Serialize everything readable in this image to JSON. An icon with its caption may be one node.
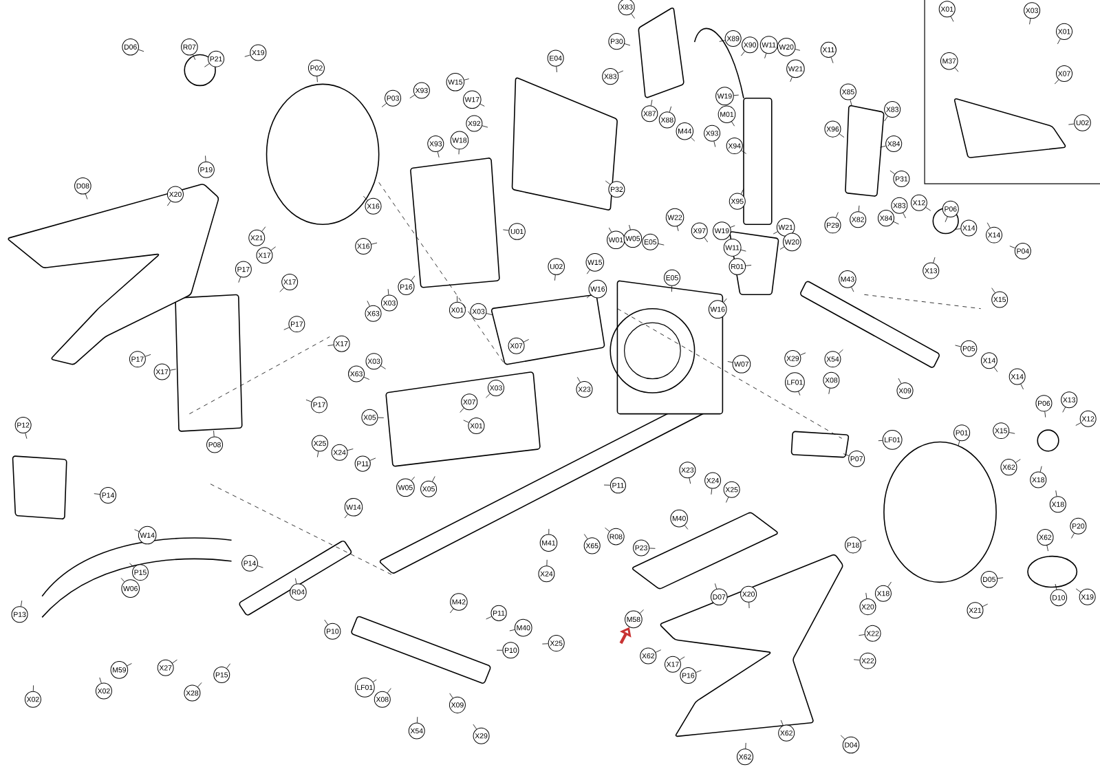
{
  "diagram": {
    "nodes": [
      {
        "text": [
          "D06"
        ]
      },
      {
        "text": [
          "R07"
        ]
      },
      {
        "text": [
          "P21"
        ]
      },
      {
        "text": [
          "X19"
        ]
      },
      {
        "text": [
          "P02"
        ]
      },
      {
        "text": [
          "P03"
        ]
      },
      {
        "text": [
          "X93"
        ]
      },
      {
        "text": [
          "W15"
        ]
      },
      {
        "text": [
          "W17"
        ]
      },
      {
        "text": [
          "X92"
        ]
      },
      {
        "text": [
          "W18"
        ]
      },
      {
        "text": [
          "X93"
        ]
      },
      {
        "text": [
          "E04"
        ]
      },
      {
        "text": [
          "X83"
        ]
      },
      {
        "text": [
          "P30"
        ]
      },
      {
        "text": [
          "X83"
        ]
      },
      {
        "text": [
          "X89"
        ]
      },
      {
        "text": [
          "X90"
        ]
      },
      {
        "text": [
          "W11"
        ]
      },
      {
        "text": [
          "W20"
        ]
      },
      {
        "text": [
          "X11"
        ]
      },
      {
        "text": [
          "W21"
        ]
      },
      {
        "text": [
          "X85"
        ]
      },
      {
        "text": [
          "W19"
        ]
      },
      {
        "text": [
          "M01"
        ]
      },
      {
        "text": [
          "X87"
        ]
      },
      {
        "text": [
          "X88"
        ]
      },
      {
        "text": [
          "M44"
        ]
      },
      {
        "text": [
          "X93"
        ]
      },
      {
        "text": [
          "X94"
        ]
      },
      {
        "text": [
          "X96"
        ]
      },
      {
        "text": [
          "X83"
        ]
      },
      {
        "text": [
          "X84"
        ]
      },
      {
        "text": [
          "P31"
        ]
      },
      {
        "text": [
          "X83"
        ]
      },
      {
        "text": [
          "X84"
        ]
      },
      {
        "text": [
          "X82"
        ]
      },
      {
        "text": [
          "P29"
        ]
      },
      {
        "text": [
          "W21"
        ]
      },
      {
        "text": [
          "W20"
        ]
      },
      {
        "text": [
          "W11"
        ]
      },
      {
        "text": [
          "W19"
        ]
      },
      {
        "text": [
          "X97"
        ]
      },
      {
        "text": [
          "X95"
        ]
      },
      {
        "text": [
          "W22"
        ]
      },
      {
        "text": [
          "P32"
        ]
      },
      {
        "text": [
          "R01"
        ]
      },
      {
        "text": [
          "X12"
        ]
      },
      {
        "text": [
          "P06"
        ]
      },
      {
        "text": [
          "X14"
        ]
      },
      {
        "text": [
          "X14"
        ]
      },
      {
        "text": [
          "P04"
        ]
      },
      {
        "text": [
          "X13"
        ]
      },
      {
        "text": [
          "X15"
        ]
      },
      {
        "text": [
          "M43"
        ]
      },
      {
        "text": [
          "X01"
        ]
      },
      {
        "text": [
          "X03"
        ]
      },
      {
        "text": [
          "X01"
        ]
      },
      {
        "text": [
          "M37"
        ]
      },
      {
        "text": [
          "X07"
        ]
      },
      {
        "text": [
          "U02"
        ]
      },
      {
        "text": [
          "D08"
        ]
      },
      {
        "text": [
          "X20"
        ]
      },
      {
        "text": [
          "P19"
        ]
      },
      {
        "text": [
          "X21"
        ]
      },
      {
        "text": [
          "X16"
        ]
      },
      {
        "text": [
          "U01"
        ]
      },
      {
        "text": [
          "X16"
        ]
      },
      {
        "text": [
          "P16"
        ]
      },
      {
        "text": [
          "X17"
        ]
      },
      {
        "text": [
          "P17"
        ]
      },
      {
        "text": [
          "X17"
        ]
      },
      {
        "text": [
          "P17"
        ]
      },
      {
        "text": [
          "X17"
        ]
      },
      {
        "text": [
          "P17"
        ]
      },
      {
        "text": [
          "X17"
        ]
      },
      {
        "text": [
          "P17"
        ]
      },
      {
        "text": [
          "P08"
        ]
      },
      {
        "text": [
          "X63"
        ]
      },
      {
        "text": [
          "X03"
        ]
      },
      {
        "text": [
          "X01"
        ]
      },
      {
        "text": [
          "X03"
        ]
      },
      {
        "text": [
          "X07"
        ]
      },
      {
        "text": [
          "X03"
        ]
      },
      {
        "text": [
          "X63"
        ]
      },
      {
        "text": [
          "X03"
        ]
      },
      {
        "text": [
          "X07"
        ]
      },
      {
        "text": [
          "X05"
        ]
      },
      {
        "text": [
          "X01"
        ]
      },
      {
        "text": [
          "X25"
        ]
      },
      {
        "text": [
          "X24"
        ]
      },
      {
        "text": [
          "P11"
        ]
      },
      {
        "text": [
          "W05"
        ]
      },
      {
        "text": [
          "X05"
        ]
      },
      {
        "text": [
          "U02"
        ]
      },
      {
        "text": [
          "W01"
        ]
      },
      {
        "text": [
          "W05"
        ]
      },
      {
        "text": [
          "E05"
        ]
      },
      {
        "text": [
          "W15"
        ]
      },
      {
        "text": [
          "W16"
        ]
      },
      {
        "text": [
          "E05"
        ]
      },
      {
        "text": [
          "W16"
        ]
      },
      {
        "text": [
          "W07"
        ]
      },
      {
        "text": [
          "X29"
        ]
      },
      {
        "text": [
          "X54"
        ]
      },
      {
        "text": [
          "LF01"
        ]
      },
      {
        "text": [
          "X08"
        ]
      },
      {
        "text": [
          "X09"
        ]
      },
      {
        "text": [
          "X23"
        ]
      },
      {
        "text": [
          "LF01"
        ]
      },
      {
        "text": [
          "P05"
        ]
      },
      {
        "text": [
          "X14"
        ]
      },
      {
        "text": [
          "X14"
        ]
      },
      {
        "text": [
          "P06"
        ]
      },
      {
        "text": [
          "X13"
        ]
      },
      {
        "text": [
          "X12"
        ]
      },
      {
        "text": [
          "X15"
        ]
      },
      {
        "text": [
          "P07"
        ]
      },
      {
        "text": [
          "P01"
        ]
      },
      {
        "text": [
          "X62"
        ]
      },
      {
        "text": [
          "X18"
        ]
      },
      {
        "text": [
          "X18"
        ]
      },
      {
        "text": [
          "X23"
        ]
      },
      {
        "text": [
          "X24"
        ]
      },
      {
        "text": [
          "X25"
        ]
      },
      {
        "text": [
          "P11"
        ]
      },
      {
        "text": [
          "M40"
        ]
      },
      {
        "text": [
          "M41"
        ]
      },
      {
        "text": [
          "P12"
        ]
      },
      {
        "text": [
          "P14"
        ]
      },
      {
        "text": [
          "W14"
        ]
      },
      {
        "text": [
          "P15"
        ]
      },
      {
        "text": [
          "W06"
        ]
      },
      {
        "text": [
          "P14"
        ]
      },
      {
        "text": [
          "R04"
        ]
      },
      {
        "text": [
          "W14"
        ]
      },
      {
        "text": [
          "P13"
        ]
      },
      {
        "text": [
          "M59"
        ]
      },
      {
        "text": [
          "X27"
        ]
      },
      {
        "text": [
          "X28"
        ]
      },
      {
        "text": [
          "P15"
        ]
      },
      {
        "text": [
          "X02"
        ]
      },
      {
        "text": [
          "X02"
        ]
      },
      {
        "text": [
          "R08"
        ]
      },
      {
        "text": [
          "P23"
        ]
      },
      {
        "text": [
          "X65"
        ]
      },
      {
        "text": [
          "X24"
        ]
      },
      {
        "text": [
          "P11"
        ]
      },
      {
        "text": [
          "M40"
        ]
      },
      {
        "text": [
          "X25"
        ]
      },
      {
        "text": [
          "M58"
        ]
      },
      {
        "text": [
          "P10"
        ]
      },
      {
        "text": [
          "M42"
        ]
      },
      {
        "text": [
          "P10"
        ]
      },
      {
        "text": [
          "LF01"
        ]
      },
      {
        "text": [
          "X08"
        ]
      },
      {
        "text": [
          "X09"
        ]
      },
      {
        "text": [
          "X54"
        ]
      },
      {
        "text": [
          "X29"
        ]
      },
      {
        "text": [
          "P18"
        ]
      },
      {
        "text": [
          "D07"
        ]
      },
      {
        "text": [
          "X20"
        ]
      },
      {
        "text": [
          "X18"
        ]
      },
      {
        "text": [
          "X20"
        ]
      },
      {
        "text": [
          "X22"
        ]
      },
      {
        "text": [
          "X22"
        ]
      },
      {
        "text": [
          "X21"
        ]
      },
      {
        "text": [
          "P20"
        ]
      },
      {
        "text": [
          "X62"
        ]
      },
      {
        "text": [
          "D05"
        ]
      },
      {
        "text": [
          "D10"
        ]
      },
      {
        "text": [
          "X19"
        ]
      },
      {
        "text": [
          "X62"
        ]
      },
      {
        "text": [
          "X17"
        ]
      },
      {
        "text": [
          "P16"
        ]
      },
      {
        "text": [
          "D04"
        ]
      },
      {
        "text": [
          "X62"
        ]
      },
      {
        "text": [
          "X62"
        ]
      }
    ],
    "edges": [
      {
        "from": 0,
        "to": null,
        "arrow": "none"
      },
      {
        "from": 1,
        "to": null,
        "arrow": "none"
      },
      {
        "from": 2,
        "to": null,
        "arrow": "none"
      },
      {
        "from": 3,
        "to": null,
        "arrow": "none"
      },
      {
        "from": 4,
        "to": null,
        "arrow": "none"
      },
      {
        "from": 5,
        "to": null,
        "arrow": "none"
      },
      {
        "from": 6,
        "to": null,
        "arrow": "none"
      },
      {
        "from": 7,
        "to": null,
        "arrow": "none"
      },
      {
        "from": 8,
        "to": null,
        "arrow": "none"
      },
      {
        "from": 9,
        "to": null,
        "arrow": "none"
      },
      {
        "from": 10,
        "to": null,
        "arrow": "none"
      },
      {
        "from": 11,
        "to": null,
        "arrow": "none"
      },
      {
        "from": 12,
        "to": null,
        "arrow": "none"
      },
      {
        "from": 13,
        "to": null,
        "arrow": "none"
      },
      {
        "from": 14,
        "to": null,
        "arrow": "none"
      },
      {
        "from": 15,
        "to": null,
        "arrow": "none"
      },
      {
        "from": 16,
        "to": null,
        "arrow": "none"
      },
      {
        "from": 17,
        "to": null,
        "arrow": "none"
      },
      {
        "from": 18,
        "to": null,
        "arrow": "none"
      },
      {
        "from": 19,
        "to": null,
        "arrow": "none"
      },
      {
        "from": 20,
        "to": null,
        "arrow": "none"
      },
      {
        "from": 21,
        "to": null,
        "arrow": "none"
      },
      {
        "from": 22,
        "to": null,
        "arrow": "none"
      },
      {
        "from": 23,
        "to": null,
        "arrow": "none"
      },
      {
        "from": 24,
        "to": null,
        "arrow": "none"
      },
      {
        "from": 25,
        "to": null,
        "arrow": "none"
      },
      {
        "from": 26,
        "to": null,
        "arrow": "none"
      },
      {
        "from": 27,
        "to": null,
        "arrow": "none"
      },
      {
        "from": 28,
        "to": null,
        "arrow": "none"
      },
      {
        "from": 29,
        "to": null,
        "arrow": "none"
      },
      {
        "from": 30,
        "to": null,
        "arrow": "none"
      },
      {
        "from": 31,
        "to": null,
        "arrow": "none"
      },
      {
        "from": 32,
        "to": null,
        "arrow": "none"
      },
      {
        "from": 33,
        "to": null,
        "arrow": "none"
      },
      {
        "from": 34,
        "to": null,
        "arrow": "none"
      },
      {
        "from": 35,
        "to": null,
        "arrow": "none"
      },
      {
        "from": 36,
        "to": null,
        "arrow": "none"
      },
      {
        "from": 37,
        "to": null,
        "arrow": "none"
      },
      {
        "from": 38,
        "to": null,
        "arrow": "none"
      },
      {
        "from": 39,
        "to": null,
        "arrow": "none"
      },
      {
        "from": 40,
        "to": null,
        "arrow": "none"
      },
      {
        "from": 41,
        "to": null,
        "arrow": "none"
      },
      {
        "from": 42,
        "to": null,
        "arrow": "none"
      },
      {
        "from": 43,
        "to": null,
        "arrow": "none"
      },
      {
        "from": 44,
        "to": null,
        "arrow": "none"
      },
      {
        "from": 45,
        "to": null,
        "arrow": "none"
      },
      {
        "from": 46,
        "to": null,
        "arrow": "none"
      },
      {
        "from": 47,
        "to": null,
        "arrow": "none"
      },
      {
        "from": 48,
        "to": null,
        "arrow": "none"
      },
      {
        "from": 49,
        "to": null,
        "arrow": "none"
      },
      {
        "from": 50,
        "to": null,
        "arrow": "none"
      },
      {
        "from": 51,
        "to": null,
        "arrow": "none"
      },
      {
        "from": 52,
        "to": null,
        "arrow": "none"
      },
      {
        "from": 53,
        "to": null,
        "arrow": "none"
      },
      {
        "from": 54,
        "to": null,
        "arrow": "none"
      },
      {
        "from": 55,
        "to": null,
        "arrow": "none"
      },
      {
        "from": 56,
        "to": null,
        "arrow": "none"
      },
      {
        "from": 57,
        "to": null,
        "arrow": "none"
      },
      {
        "from": 58,
        "to": null,
        "arrow": "none"
      },
      {
        "from": 59,
        "to": null,
        "arrow": "none"
      },
      {
        "from": 60,
        "to": null,
        "arrow": "none"
      },
      {
        "from": 61,
        "to": null,
        "arrow": "none"
      },
      {
        "from": 62,
        "to": null,
        "arrow": "none"
      },
      {
        "from": 63,
        "to": null,
        "arrow": "none"
      },
      {
        "from": 64,
        "to": null,
        "arrow": "none"
      },
      {
        "from": 65,
        "to": null,
        "arrow": "none"
      },
      {
        "from": 66,
        "to": null,
        "arrow": "none"
      },
      {
        "from": 67,
        "to": null,
        "arrow": "none"
      },
      {
        "from": 68,
        "to": null,
        "arrow": "none"
      },
      {
        "from": 69,
        "to": null,
        "arrow": "none"
      },
      {
        "from": 70,
        "to": null,
        "arrow": "none"
      },
      {
        "from": 71,
        "to": null,
        "arrow": "none"
      },
      {
        "from": 72,
        "to": null,
        "arrow": "none"
      },
      {
        "from": 73,
        "to": null,
        "arrow": "none"
      },
      {
        "from": 74,
        "to": null,
        "arrow": "none"
      },
      {
        "from": 75,
        "to": null,
        "arrow": "none"
      },
      {
        "from": 76,
        "to": null,
        "arrow": "none"
      },
      {
        "from": 77,
        "to": null,
        "arrow": "none"
      },
      {
        "from": 78,
        "to": null,
        "arrow": "none"
      },
      {
        "from": 79,
        "to": null,
        "arrow": "none"
      },
      {
        "from": 80,
        "to": null,
        "arrow": "none"
      },
      {
        "from": 81,
        "to": null,
        "arrow": "none"
      },
      {
        "from": 82,
        "to": null,
        "arrow": "none"
      },
      {
        "from": 83,
        "to": null,
        "arrow": "none"
      },
      {
        "from": 84,
        "to": null,
        "arrow": "none"
      },
      {
        "from": 85,
        "to": null,
        "arrow": "none"
      },
      {
        "from": 86,
        "to": null,
        "arrow": "none"
      },
      {
        "from": 87,
        "to": null,
        "arrow": "none"
      },
      {
        "from": 88,
        "to": null,
        "arrow": "none"
      },
      {
        "from": 89,
        "to": null,
        "arrow": "none"
      },
      {
        "from": 90,
        "to": null,
        "arrow": "none"
      },
      {
        "from": 91,
        "to": null,
        "arrow": "none"
      },
      {
        "from": 92,
        "to": null,
        "arrow": "none"
      },
      {
        "from": 93,
        "to": null,
        "arrow": "none"
      },
      {
        "from": 94,
        "to": null,
        "arrow": "none"
      },
      {
        "from": 95,
        "to": null,
        "arrow": "none"
      },
      {
        "from": 96,
        "to": null,
        "arrow": "none"
      },
      {
        "from": 97,
        "to": null,
        "arrow": "none"
      },
      {
        "from": 98,
        "to": null,
        "arrow": "none"
      },
      {
        "from": 99,
        "to": null,
        "arrow": "none"
      },
      {
        "from": 100,
        "to": null,
        "arrow": "none"
      },
      {
        "from": 101,
        "to": null,
        "arrow": "none"
      },
      {
        "from": 102,
        "to": null,
        "arrow": "none"
      },
      {
        "from": 103,
        "to": null,
        "arrow": "none"
      },
      {
        "from": 104,
        "to": null,
        "arrow": "none"
      },
      {
        "from": 105,
        "to": null,
        "arrow": "none"
      },
      {
        "from": 106,
        "to": null,
        "arrow": "none"
      },
      {
        "from": 107,
        "to": null,
        "arrow": "none"
      },
      {
        "from": 108,
        "to": null,
        "arrow": "none"
      },
      {
        "from": 109,
        "to": null,
        "arrow": "none"
      },
      {
        "from": 110,
        "to": null,
        "arrow": "none"
      },
      {
        "from": 111,
        "to": null,
        "arrow": "none"
      },
      {
        "from": 112,
        "to": null,
        "arrow": "none"
      },
      {
        "from": 113,
        "to": null,
        "arrow": "none"
      },
      {
        "from": 114,
        "to": null,
        "arrow": "none"
      },
      {
        "from": 115,
        "to": null,
        "arrow": "none"
      },
      {
        "from": 116,
        "to": null,
        "arrow": "none"
      },
      {
        "from": 117,
        "to": null,
        "arrow": "none"
      },
      {
        "from": 118,
        "to": null,
        "arrow": "none"
      },
      {
        "from": 119,
        "to": null,
        "arrow": "none"
      },
      {
        "from": 120,
        "to": null,
        "arrow": "none"
      },
      {
        "from": 121,
        "to": null,
        "arrow": "none"
      },
      {
        "from": 122,
        "to": null,
        "arrow": "none"
      },
      {
        "from": 123,
        "to": null,
        "arrow": "none"
      },
      {
        "from": 124,
        "to": null,
        "arrow": "none"
      },
      {
        "from": 125,
        "to": null,
        "arrow": "none"
      },
      {
        "from": 126,
        "to": null,
        "arrow": "none"
      },
      {
        "from": 127,
        "to": null,
        "arrow": "none"
      },
      {
        "from": 128,
        "to": null,
        "arrow": "none"
      },
      {
        "from": 129,
        "to": null,
        "arrow": "none"
      },
      {
        "from": 130,
        "to": null,
        "arrow": "none"
      },
      {
        "from": 131,
        "to": null,
        "arrow": "none"
      },
      {
        "from": 132,
        "to": null,
        "arrow": "none"
      },
      {
        "from": 133,
        "to": null,
        "arrow": "none"
      },
      {
        "from": 134,
        "to": null,
        "arrow": "none"
      },
      {
        "from": 135,
        "to": null,
        "arrow": "none"
      },
      {
        "from": 136,
        "to": null,
        "arrow": "none"
      },
      {
        "from": 137,
        "to": null,
        "arrow": "none"
      },
      {
        "from": 138,
        "to": null,
        "arrow": "none"
      },
      {
        "from": 139,
        "to": null,
        "arrow": "none"
      },
      {
        "from": 140,
        "to": null,
        "arrow": "none"
      },
      {
        "from": 141,
        "to": null,
        "arrow": "none"
      },
      {
        "from": 142,
        "to": null,
        "arrow": "none"
      },
      {
        "from": 143,
        "to": null,
        "arrow": "none"
      },
      {
        "from": 144,
        "to": null,
        "arrow": "none"
      },
      {
        "from": 145,
        "to": null,
        "arrow": "none"
      },
      {
        "from": 146,
        "to": null,
        "arrow": "none"
      },
      {
        "from": 147,
        "to": null,
        "arrow": "none"
      },
      {
        "from": 148,
        "to": null,
        "arrow": "none"
      },
      {
        "from": 149,
        "to": null,
        "arrow": "none"
      },
      {
        "from": 150,
        "to": null,
        "arrow": "none"
      },
      {
        "from": 151,
        "to": null,
        "arrow": "none"
      },
      {
        "from": 152,
        "to": null,
        "arrow": "none"
      },
      {
        "from": 153,
        "to": null,
        "arrow": "none"
      },
      {
        "from": 154,
        "to": null,
        "arrow": "none"
      },
      {
        "from": 155,
        "to": null,
        "arrow": "none"
      },
      {
        "from": 156,
        "to": null,
        "arrow": "none"
      },
      {
        "from": 157,
        "to": null,
        "arrow": "none"
      },
      {
        "from": 158,
        "to": null,
        "arrow": "none"
      },
      {
        "from": 159,
        "to": null,
        "arrow": "none"
      },
      {
        "from": 160,
        "to": null,
        "arrow": "none"
      },
      {
        "from": 161,
        "to": null,
        "arrow": "none"
      },
      {
        "from": 162,
        "to": null,
        "arrow": "none"
      },
      {
        "from": 163,
        "to": null,
        "arrow": "none"
      },
      {
        "from": 164,
        "to": null,
        "arrow": "none"
      },
      {
        "from": 165,
        "to": null,
        "arrow": "none"
      },
      {
        "from": 166,
        "to": null,
        "arrow": "none"
      },
      {
        "from": 167,
        "to": null,
        "arrow": "none"
      },
      {
        "from": 168,
        "to": null,
        "arrow": "none"
      },
      {
        "from": 169,
        "to": null,
        "arrow": "none"
      },
      {
        "from": 170,
        "to": null,
        "arrow": "none"
      },
      {
        "from": 171,
        "to": null,
        "arrow": "none"
      },
      {
        "from": 172,
        "to": null,
        "arrow": "none"
      },
      {
        "from": 173,
        "to": null,
        "arrow": "none"
      },
      {
        "from": 174,
        "to": null,
        "arrow": "none"
      },
      {
        "from": 175,
        "to": null,
        "arrow": "none"
      },
      {
        "from": 176,
        "to": null,
        "arrow": "none"
      },
      {
        "from": 177,
        "to": null,
        "arrow": "none"
      },
      {
        "from": null,
        "to": 150,
        "arrow": "to",
        "style": "thick",
        "color": "#c83232"
      }
    ]
  }
}
